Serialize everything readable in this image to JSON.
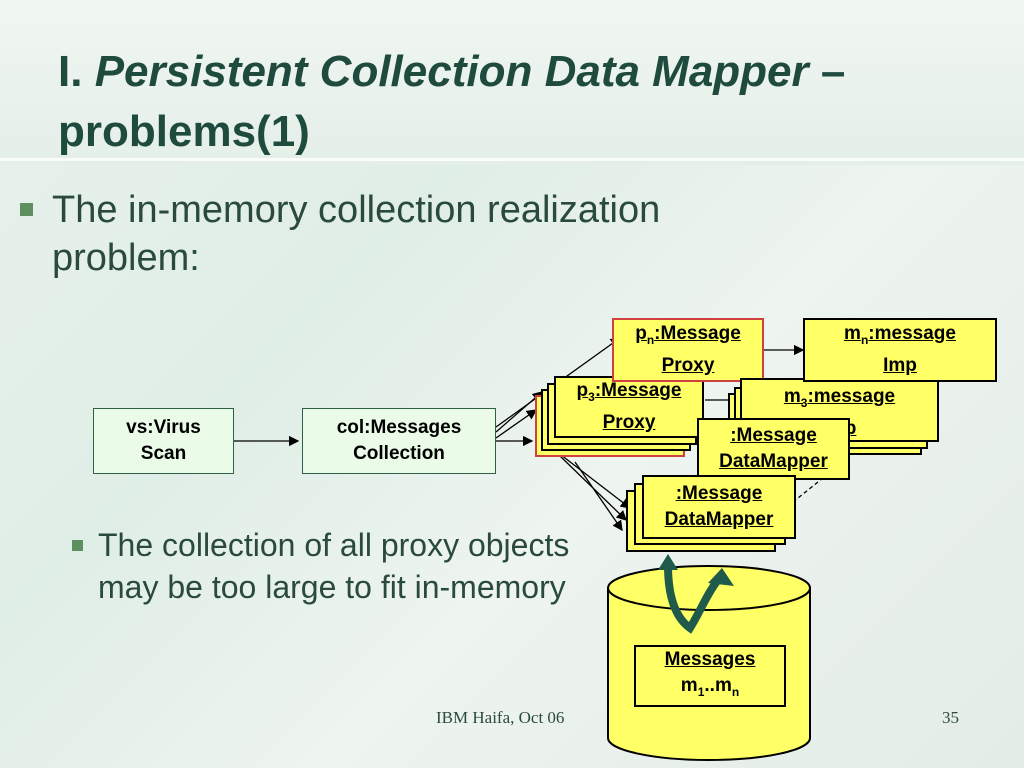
{
  "title": {
    "prefix": "I. ",
    "italic": "Persistent Collection Data Mapper",
    "suffix": " – problems(1)"
  },
  "bullets": {
    "main": "The in-memory collection realization problem:",
    "sub": "The collection of all proxy objects may be too large to fit in-memory"
  },
  "diagram": {
    "virus_scan": {
      "line1": "vs:Virus",
      "line2": "Scan"
    },
    "collection": {
      "line1": "col:Messages",
      "line2": "Collection"
    },
    "proxy_n": {
      "pre": "p",
      "sub": "n",
      "rest": ":Message",
      "line2": "Proxy"
    },
    "proxy_3": {
      "pre": "p",
      "sub": "3",
      "rest": ":Message",
      "line2": "Proxy"
    },
    "msg_imp_n": {
      "pre": "m",
      "sub": "n",
      "rest": ":message",
      "line2": "Imp"
    },
    "msg_imp_3": {
      "pre": "m",
      "sub": "3",
      "rest": ":message",
      "line2": "Imp"
    },
    "mapper_a": {
      "line1": ":Message",
      "line2": "DataMapper"
    },
    "mapper_b": {
      "line1": ":Message",
      "line2": "DataMapper"
    },
    "db": {
      "line1": "Messages",
      "pre": "m",
      "sub1": "1",
      "mid": "..m",
      "sub2": "n"
    }
  },
  "footer": {
    "center": "IBM Haifa, Oct 06",
    "page": "35"
  },
  "colors": {
    "title": "#1f4a3e",
    "bullet": "#5e8f5e",
    "highlight": "#ffff66",
    "db_arrow": "#1f5a4a"
  }
}
